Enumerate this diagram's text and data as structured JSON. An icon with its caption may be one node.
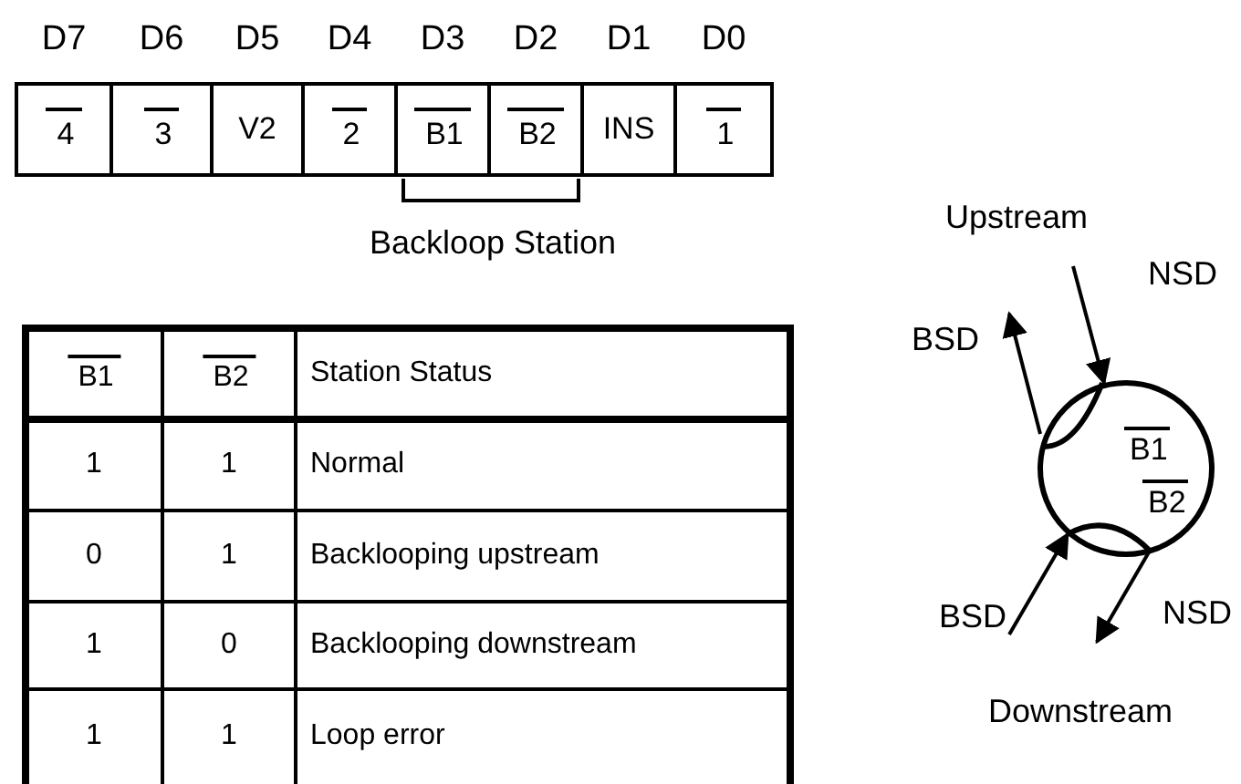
{
  "diagram": {
    "nodes": [
      {
        "text": [
          "4"
        ],
        "beside": [
          "D7"
        ]
      },
      {
        "text": [
          "3"
        ],
        "beside": [
          "D6"
        ]
      },
      {
        "text": [
          "V2"
        ],
        "beside": [
          "D5"
        ]
      },
      {
        "text": [
          "2"
        ],
        "beside": [
          "D4"
        ]
      },
      {
        "text": [
          "B1"
        ],
        "beside": [
          "D3"
        ]
      },
      {
        "text": [
          "B2"
        ],
        "beside": [
          "D2"
        ]
      },
      {
        "text": [
          "INS"
        ],
        "beside": [
          "D1"
        ]
      },
      {
        "text": [
          "1"
        ],
        "beside": [
          "D0"
        ]
      },
      {
        "text": [
          "B1",
          "B2"
        ]
      }
    ],
    "edges": [
      {
        "from": null,
        "to": 8,
        "arrow": "to",
        "label": "NSD"
      },
      {
        "from": 8,
        "to": null,
        "arrow": "to",
        "label": "BSD"
      },
      {
        "from": null,
        "to": 8,
        "arrow": "to",
        "label": "BSD"
      },
      {
        "from": 8,
        "to": null,
        "arrow": "to",
        "label": "NSD"
      }
    ],
    "labels": [
      "Backloop Station",
      "B1",
      "B2",
      "Station Status",
      "1",
      "1",
      "Normal",
      "0",
      "1",
      "Backlooping upstream",
      "1",
      "0",
      "Backlooping downstream",
      "1",
      "1",
      "Loop error",
      "Upstream",
      "Downstream"
    ]
  }
}
